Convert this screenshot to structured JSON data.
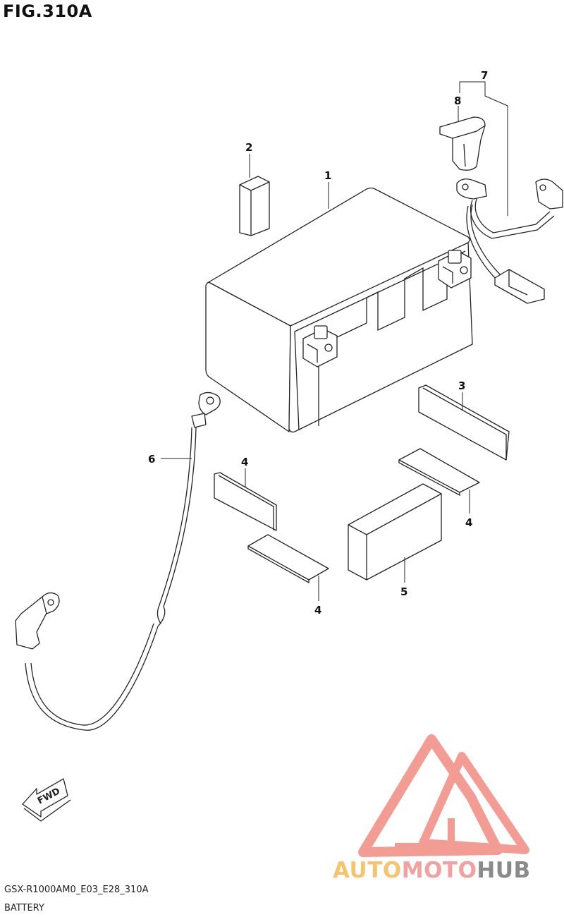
{
  "figure": {
    "title": "FIG.310A",
    "model_code": "GSX-R1000AM0_E03_E28_310A",
    "section_name": "BATTERY"
  },
  "callouts": [
    {
      "id": "c1",
      "label": "1"
    },
    {
      "id": "c2",
      "label": "2"
    },
    {
      "id": "c3",
      "label": "3"
    },
    {
      "id": "c4a",
      "label": "4"
    },
    {
      "id": "c4b",
      "label": "4"
    },
    {
      "id": "c4c",
      "label": "4"
    },
    {
      "id": "c5",
      "label": "5"
    },
    {
      "id": "c6",
      "label": "6"
    },
    {
      "id": "c7",
      "label": "7"
    },
    {
      "id": "c8",
      "label": "8"
    }
  ],
  "direction_marker": {
    "label": "FWD"
  },
  "watermark": {
    "part1": "AUTO",
    "part2": "MOTO",
    "part3": "HUB",
    "colors": {
      "logo": "#f28b82",
      "auto": "#f6c46e",
      "moto": "#f2a0a0",
      "hub": "#8a8a8a"
    }
  }
}
